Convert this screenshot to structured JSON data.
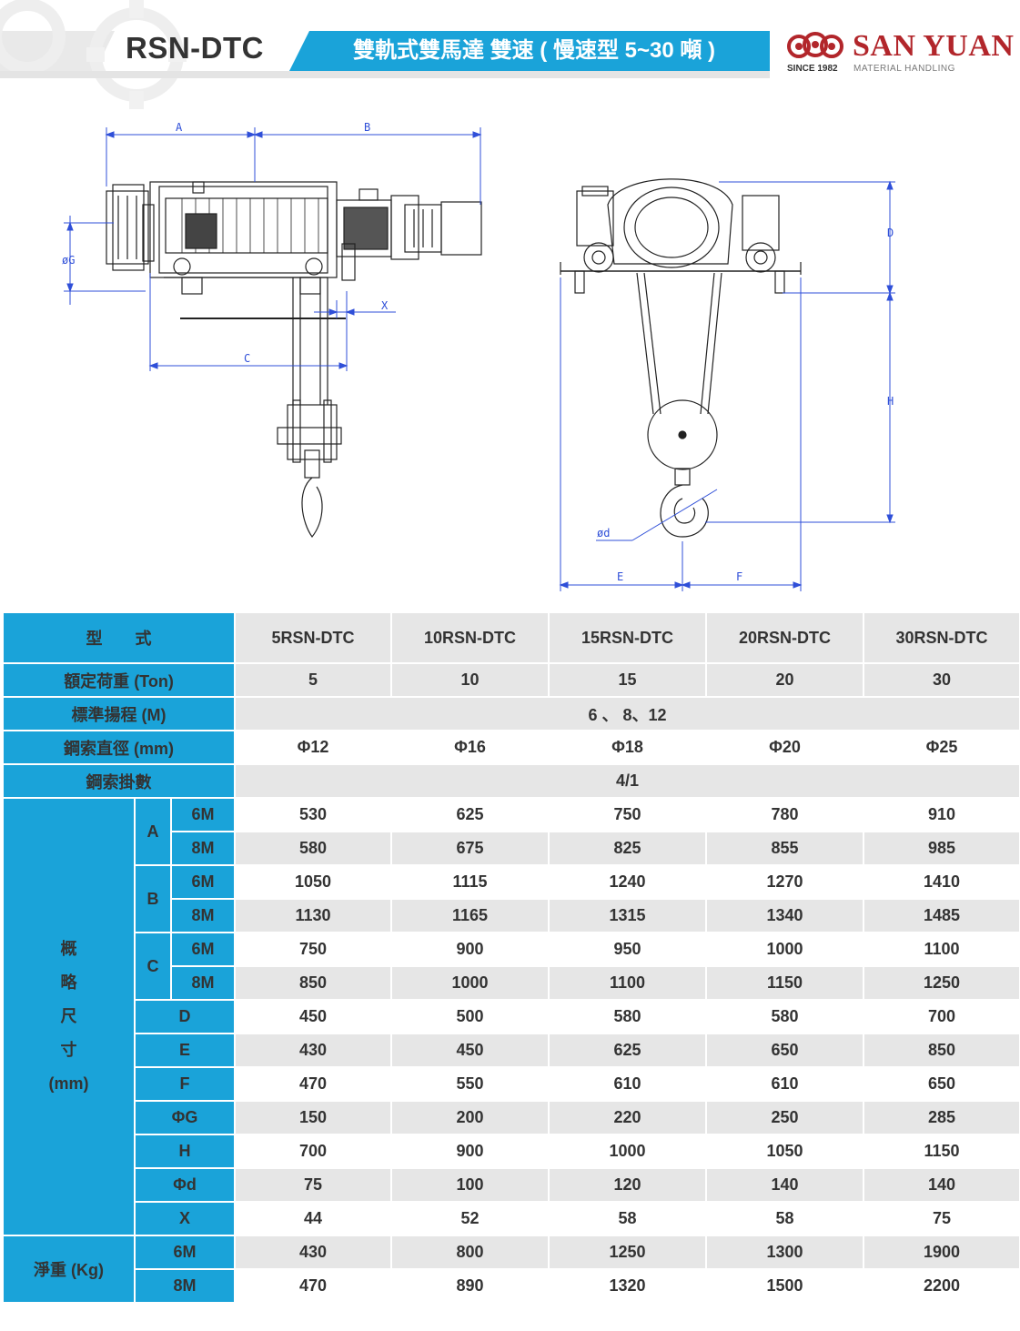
{
  "header": {
    "model": "RSN-DTC",
    "subtitle": "雙軌式雙馬達 雙速 ( 慢速型 5~30 噸 )",
    "brand": "SAN YUAN",
    "since": "SINCE 1982",
    "brand_sub": "MATERIAL HANDLING"
  },
  "drawing_labels": {
    "A": "A",
    "B": "B",
    "C": "C",
    "X": "X",
    "G": "øG",
    "D": "D",
    "H": "H",
    "E": "E",
    "F": "F",
    "d": "ød"
  },
  "table": {
    "model_label": "型　　式",
    "models": [
      "5RSN-DTC",
      "10RSN-DTC",
      "15RSN-DTC",
      "20RSN-DTC",
      "30RSN-DTC"
    ],
    "load_label": "額定荷重 (Ton)",
    "loads": [
      "5",
      "10",
      "15",
      "20",
      "30"
    ],
    "lift_label": "標準揚程 (M)",
    "lift_value": "6 、 8、12",
    "rope_label": "鋼索直徑 (mm)",
    "ropes": [
      "Φ12",
      "Φ16",
      "Φ18",
      "Φ20",
      "Φ25"
    ],
    "reeving_label": "鋼索掛數",
    "reeving_value": "4/1",
    "dim_label": [
      "概",
      "略",
      "尺",
      "寸",
      "(mm)"
    ],
    "dims": {
      "A": {
        "label": "A",
        "6M": [
          "530",
          "625",
          "750",
          "780",
          "910"
        ],
        "8M": [
          "580",
          "675",
          "825",
          "855",
          "985"
        ]
      },
      "B": {
        "label": "B",
        "6M": [
          "1050",
          "1115",
          "1240",
          "1270",
          "1410"
        ],
        "8M": [
          "1130",
          "1165",
          "1315",
          "1340",
          "1485"
        ]
      },
      "C": {
        "label": "C",
        "6M": [
          "750",
          "900",
          "950",
          "1000",
          "1100"
        ],
        "8M": [
          "850",
          "1000",
          "1100",
          "1150",
          "1250"
        ]
      },
      "D": {
        "label": "D",
        "values": [
          "450",
          "500",
          "580",
          "580",
          "700"
        ]
      },
      "E": {
        "label": "E",
        "values": [
          "430",
          "450",
          "625",
          "650",
          "850"
        ]
      },
      "F": {
        "label": "F",
        "values": [
          "470",
          "550",
          "610",
          "610",
          "650"
        ]
      },
      "G": {
        "label": "ΦG",
        "values": [
          "150",
          "200",
          "220",
          "250",
          "285"
        ]
      },
      "H": {
        "label": "H",
        "values": [
          "700",
          "900",
          "1000",
          "1050",
          "1150"
        ]
      },
      "d": {
        "label": "Φd",
        "values": [
          "75",
          "100",
          "120",
          "140",
          "140"
        ]
      },
      "X": {
        "label": "X",
        "values": [
          "44",
          "52",
          "58",
          "58",
          "75"
        ]
      }
    },
    "m6": "6M",
    "m8": "8M",
    "weight_label": "淨重 (Kg)",
    "weight": {
      "6M": [
        "430",
        "800",
        "1250",
        "1300",
        "1900"
      ],
      "8M": [
        "470",
        "890",
        "1320",
        "1500",
        "2200"
      ]
    }
  },
  "colors": {
    "accent": "#1aa3d9",
    "brand": "#b2262b",
    "dimension": "#2f4fd8",
    "row_gray": "#e6e6e6"
  }
}
